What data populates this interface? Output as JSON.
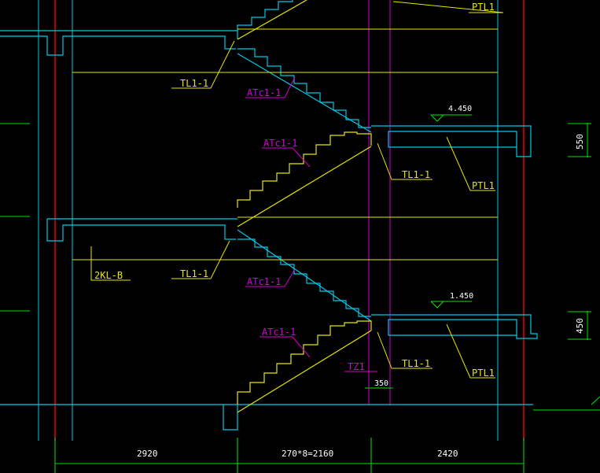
{
  "colors": {
    "cyan": "#00c8e6",
    "yellow": "#e6e600",
    "magenta": "#d400d4",
    "red": "#e60000",
    "green": "#00e600",
    "white": "#ffffff"
  },
  "labels": {
    "tl_top": "TL1-1",
    "atc_top_lower": "ATc1-1",
    "ptl_top": "PTL1",
    "atc_mid_upper": "ATc1-1",
    "tl_mid_right": "TL1-1",
    "ptl_mid": "PTL1",
    "tl_mid_left": "TL1-1",
    "kl": "2KL-B",
    "atc_mid_lower": "ATc1-1",
    "atc_bot_upper": "ATc1-1",
    "tz": "TZ1",
    "tl_bot_right": "TL1-1",
    "ptl_bot": "PTL1"
  },
  "elevations": {
    "upper": "4.450",
    "lower": "1.450"
  },
  "dimensions": {
    "right_upper": "550",
    "right_lower": "450",
    "column_width": "350",
    "bottom_left": "2920",
    "bottom_mid": "270*8=2160",
    "bottom_right": "2420"
  }
}
